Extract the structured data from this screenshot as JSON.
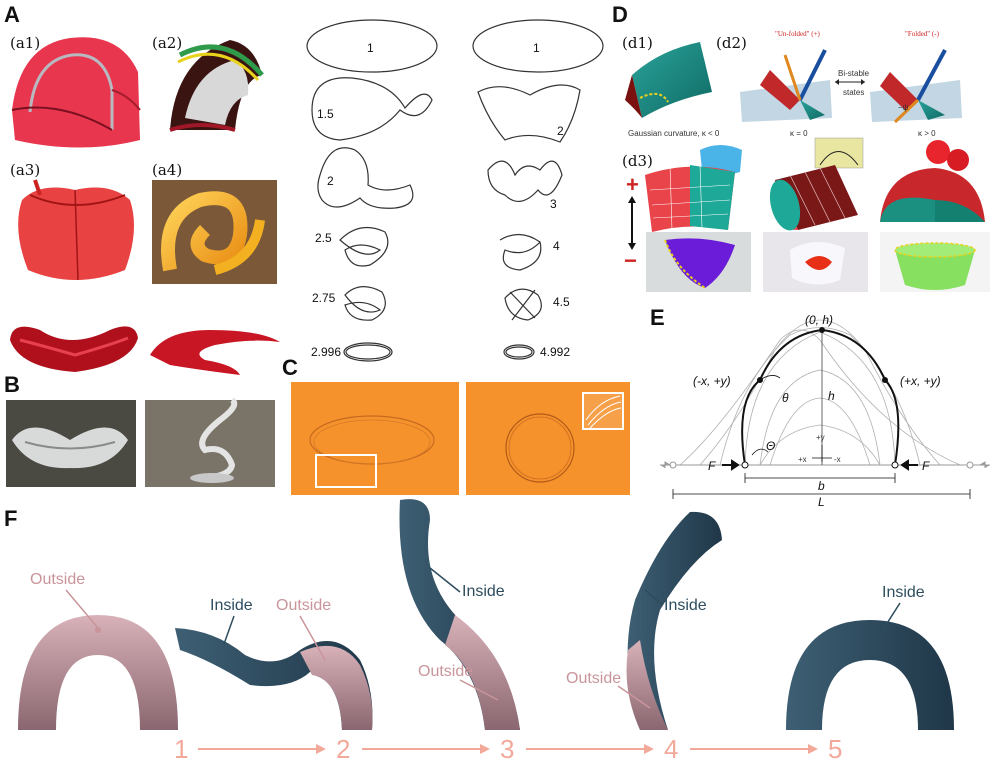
{
  "panels": {
    "A": {
      "letter": "A",
      "sub": [
        "(a1)",
        "(a2)",
        "(a3)",
        "(a4)"
      ],
      "curves_left": [
        "1",
        "1.5",
        "2",
        "2.5",
        "2.75",
        "2.996"
      ],
      "curves_right": [
        "1",
        "2",
        "3",
        "4",
        "4.5",
        "4.992"
      ]
    },
    "B": {
      "letter": "B"
    },
    "C": {
      "letter": "C"
    },
    "D": {
      "letter": "D",
      "sub": [
        "(d1)",
        "(d2)",
        "(d3)"
      ],
      "unfolded": "\"Un-folded\" (+)",
      "folded": "\"Folded\" (-)",
      "bistable": "Bi-stable",
      "states": "states",
      "gauss_neg": "Gaussian curvature, κ < 0",
      "gauss_zero": "κ = 0",
      "gauss_pos": "κ > 0",
      "plus": "+",
      "minus": "−",
      "psi": "−ψ"
    },
    "E": {
      "letter": "E",
      "top": "(0, h)",
      "left_pt": "(-x, +y)",
      "right_pt": "(+x, +y)",
      "theta": "θ",
      "Theta": "Θ",
      "h": "h",
      "F": "F",
      "b": "b",
      "L": "L",
      "plus_y": "+y",
      "plus_x": "+x",
      "minus_x": "-x"
    },
    "F": {
      "letter": "F",
      "outside": "Outside",
      "inside": "Inside",
      "steps": [
        "1",
        "2",
        "3",
        "4",
        "5"
      ]
    }
  },
  "colors": {
    "tent_red": "#e8364f",
    "orange_bg": "#f6922c",
    "strip_dark": "#27455a",
    "outside_pink": "#c9959a",
    "inside_teal": "#2d4d5e",
    "step_salmon": "#f2a99a"
  }
}
